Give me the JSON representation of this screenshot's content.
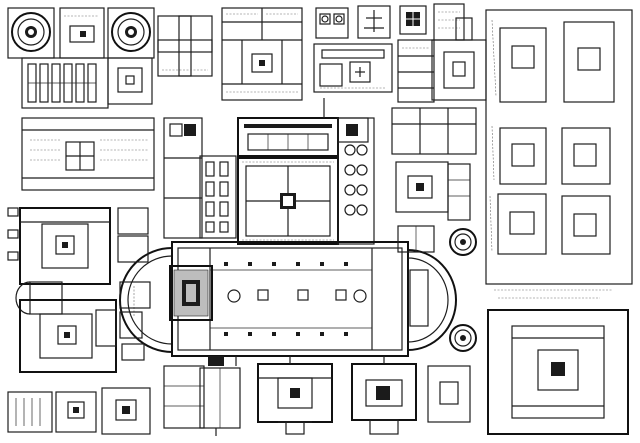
{
  "figure": {
    "kind": "architectural-plan",
    "style": "black ink line drawing on white",
    "ink_color": "#1e1e1e",
    "background": "#ffffff",
    "text": []
  },
  "elements": [
    "circular-buildings",
    "dormitory-blocks",
    "cloister",
    "church",
    "apses",
    "towers",
    "workshops",
    "garden-plots",
    "courtyard-buildings",
    "annotation-scribbles"
  ]
}
